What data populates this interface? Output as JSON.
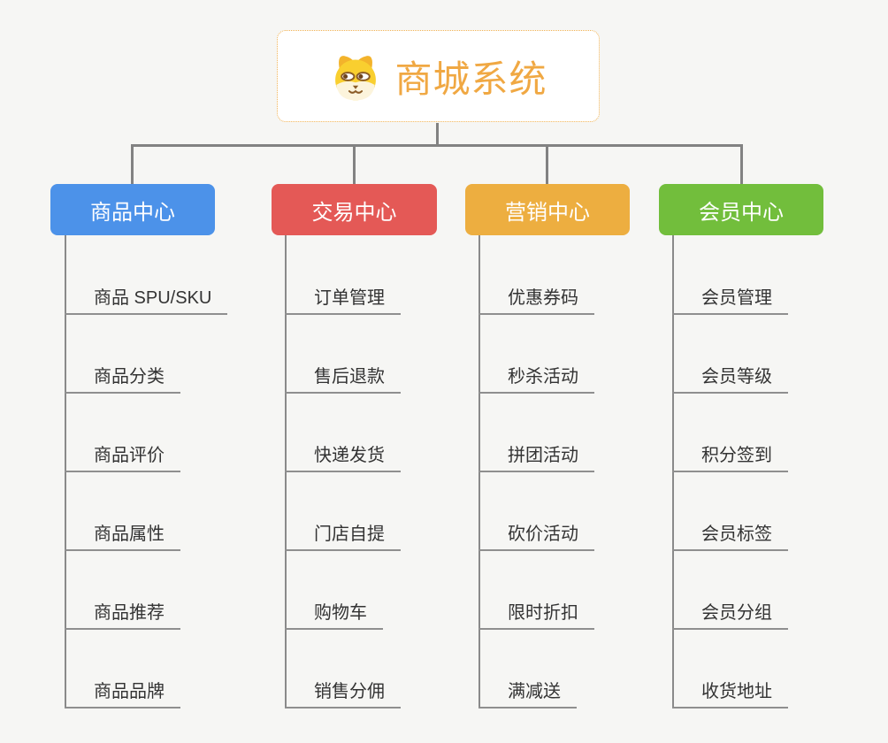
{
  "root": {
    "title": "商城系统",
    "icon": "doge-icon",
    "title_color": "#f0a843",
    "border_color": "#f0b152"
  },
  "branches": [
    {
      "label": "商品中心",
      "color": "#4c92e9",
      "items": [
        {
          "label": "商品 SPU/SKU"
        },
        {
          "label": "商品分类"
        },
        {
          "label": "商品评价"
        },
        {
          "label": "商品属性"
        },
        {
          "label": "商品推荐"
        },
        {
          "label": "商品品牌"
        }
      ]
    },
    {
      "label": "交易中心",
      "color": "#e45956",
      "items": [
        {
          "label": "订单管理"
        },
        {
          "label": "售后退款"
        },
        {
          "label": "快递发货"
        },
        {
          "label": "门店自提"
        },
        {
          "label": "购物车"
        },
        {
          "label": "销售分佣"
        }
      ]
    },
    {
      "label": "营销中心",
      "color": "#edae40",
      "items": [
        {
          "label": "优惠券码"
        },
        {
          "label": "秒杀活动"
        },
        {
          "label": "拼团活动"
        },
        {
          "label": "砍价活动"
        },
        {
          "label": "限时折扣"
        },
        {
          "label": "满减送"
        }
      ]
    },
    {
      "label": "会员中心",
      "color": "#72be3c",
      "items": [
        {
          "label": "会员管理"
        },
        {
          "label": "会员等级"
        },
        {
          "label": "积分签到"
        },
        {
          "label": "会员标签"
        },
        {
          "label": "会员分组"
        },
        {
          "label": "收货地址"
        }
      ]
    }
  ],
  "colors": {
    "background": "#f6f6f4",
    "connector": "#828282",
    "branch_line": "#8a8a8a",
    "leaf_underline": "#8f8f8f",
    "leaf_text": "#333333"
  }
}
